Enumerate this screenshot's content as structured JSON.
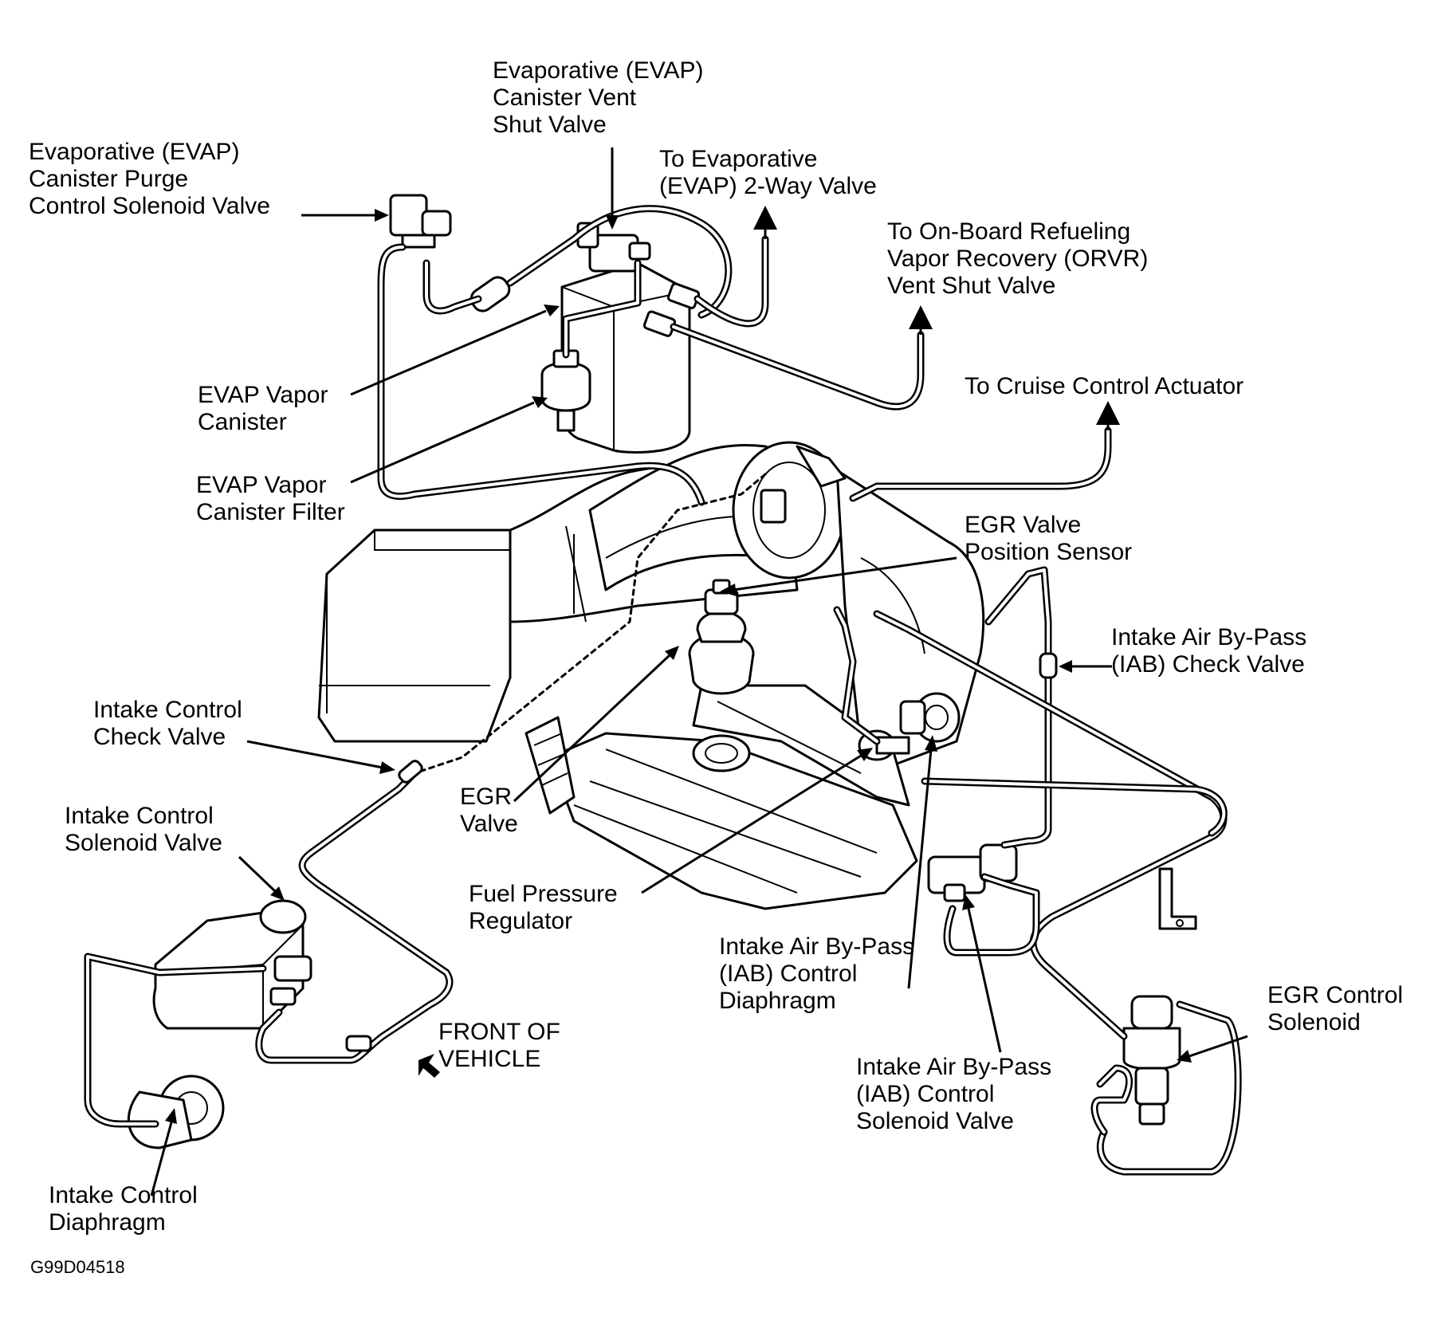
{
  "labels": {
    "vent_shut_valve": [
      "Evaporative (EVAP)",
      "Canister Vent",
      "Shut Valve"
    ],
    "purge_solenoid": [
      "Evaporative (EVAP)",
      "Canister Purge",
      "Control Solenoid Valve"
    ],
    "to_two_way": [
      "To Evaporative",
      "(EVAP) 2-Way Valve"
    ],
    "to_orvr": [
      "To On-Board Refueling",
      "Vapor Recovery (ORVR)",
      "Vent Shut Valve"
    ],
    "to_cruise": [
      "To Cruise Control Actuator"
    ],
    "vapor_canister": [
      "EVAP Vapor",
      "Canister"
    ],
    "canister_filter": [
      "EVAP Vapor",
      "Canister Filter"
    ],
    "egr_position_sensor": [
      "EGR Valve",
      "Position Sensor"
    ],
    "iab_check_valve": [
      "Intake Air By-Pass",
      "(IAB) Check Valve"
    ],
    "intake_check_valve": [
      "Intake Control",
      "Check Valve"
    ],
    "egr_valve": [
      "EGR",
      "Valve"
    ],
    "intake_solenoid": [
      "Intake Control",
      "Solenoid Valve"
    ],
    "fuel_pressure_regulator": [
      "Fuel Pressure",
      "Regulator"
    ],
    "iab_diaphragm": [
      "Intake Air By-Pass",
      "(IAB) Control",
      "Diaphragm"
    ],
    "egr_control_solenoid": [
      "EGR Control",
      "Solenoid"
    ],
    "iab_solenoid": [
      "Intake Air By-Pass",
      "(IAB) Control",
      "Solenoid Valve"
    ],
    "front_of_vehicle": [
      "FRONT OF",
      "VEHICLE"
    ],
    "intake_diaphragm": [
      "Intake Control",
      "Diaphragm"
    ]
  },
  "figure_code": "G99D04518"
}
